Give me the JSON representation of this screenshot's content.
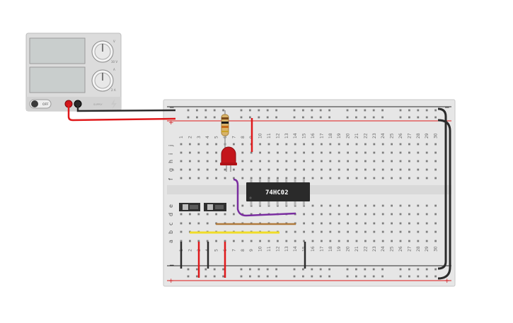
{
  "power_supply": {
    "voltage_unit": "V",
    "current_unit": "A",
    "voltage_max": "30 V",
    "current_max": "2 A",
    "switch_label": "OFF",
    "brand": "SUPPLY"
  },
  "breadboard": {
    "columns": 30,
    "row_letters_top": [
      "j",
      "i",
      "h",
      "g",
      "f"
    ],
    "row_letters_bottom": [
      "e",
      "d",
      "c",
      "b",
      "a"
    ],
    "rail_minus": "−",
    "rail_plus": "+"
  },
  "chip": {
    "label": "74HC02"
  },
  "colors": {
    "red_wire": "#e0191b",
    "black_wire": "#2b2b2b",
    "purple_wire": "#7a2ea0",
    "yellow_wire": "#f0dc28",
    "brown_wire": "#b07a3c",
    "led": "#c4161c"
  }
}
